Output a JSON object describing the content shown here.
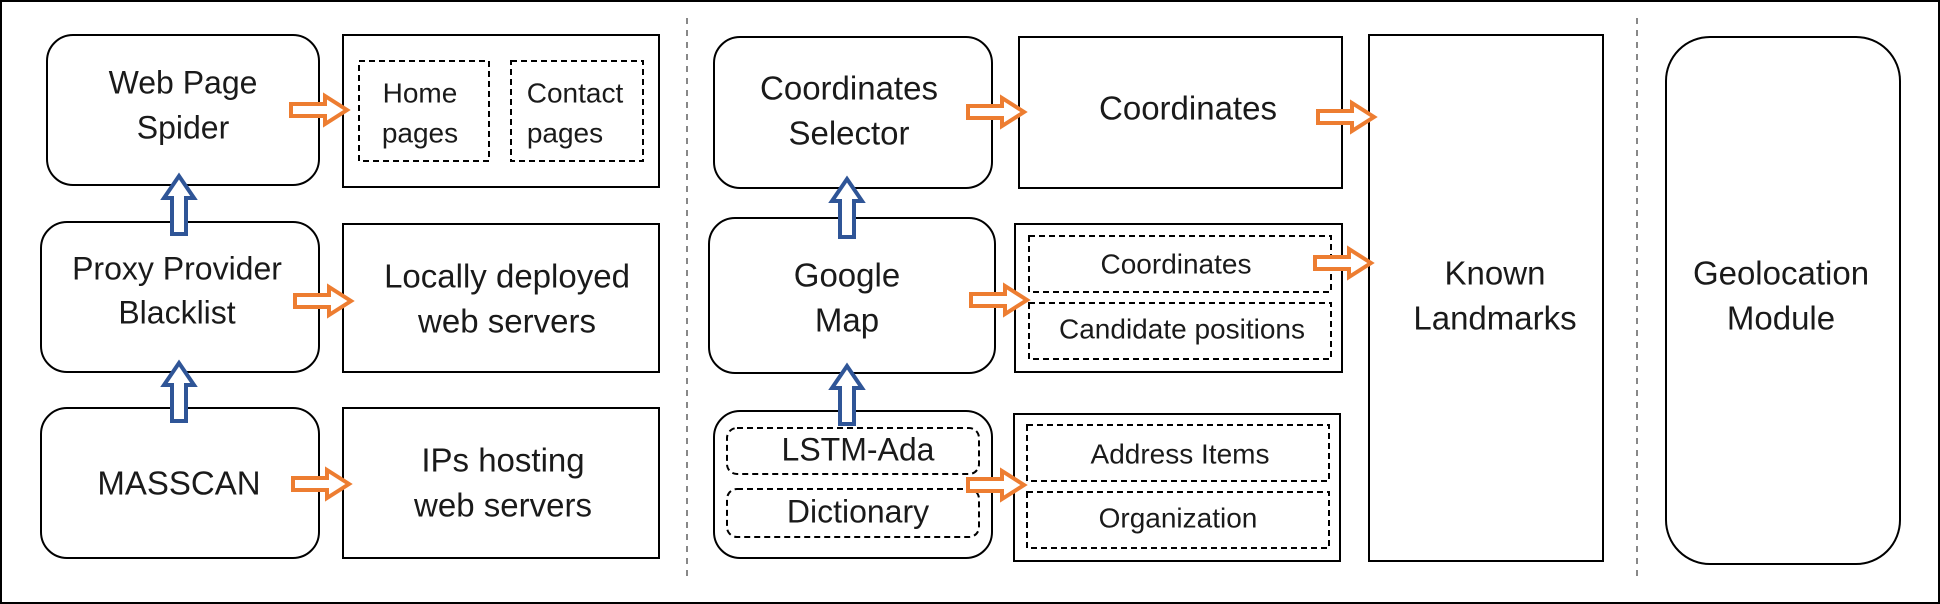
{
  "diagram": {
    "colors": {
      "stroke": "#000000",
      "forward_arrow": "#ED7D31",
      "up_arrow": "#2F5597"
    },
    "column1": {
      "spider": [
        "Web Page",
        "Spider"
      ],
      "home_pages": [
        "Home",
        "pages"
      ],
      "contact_pages": [
        "Contact",
        "pages"
      ],
      "proxy": [
        "Proxy Provider",
        "Blacklist"
      ],
      "local_servers": [
        "Locally deployed",
        "web servers"
      ],
      "masscan": "MASSCAN",
      "ips": [
        "IPs hosting",
        "web servers"
      ]
    },
    "column2": {
      "selector": [
        "Coordinates",
        "Selector"
      ],
      "coordinates_out": "Coordinates",
      "google_map": [
        "Google",
        "Map"
      ],
      "coordinates_sub": "Coordinates",
      "candidate": "Candidate positions",
      "lstm": "LSTM-Ada",
      "dictionary": "Dictionary",
      "address_items": "Address Items",
      "organization": "Organization",
      "landmarks": [
        "Known",
        "Landmarks"
      ]
    },
    "column3": {
      "geolocation": [
        "Geolocation",
        "Module"
      ]
    }
  }
}
